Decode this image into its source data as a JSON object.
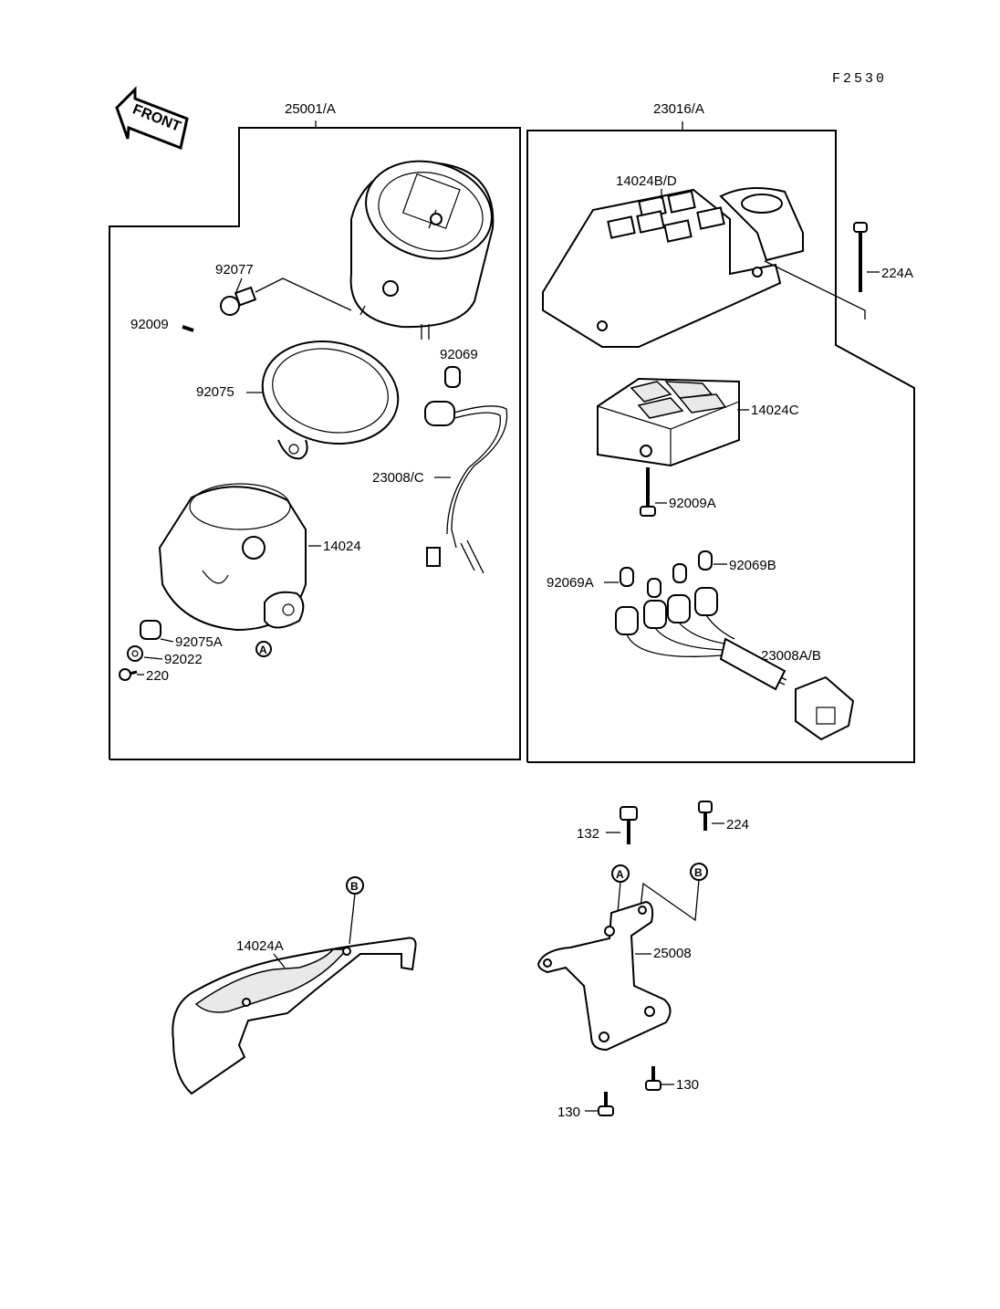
{
  "figure_code": "F2530",
  "front_label": "FRONT",
  "assemblies": {
    "meter_left": "25001/A",
    "indicator_right": "23016/A"
  },
  "parts": {
    "p92077": "92077",
    "p92009": "92009",
    "p92075": "92075",
    "p92069": "92069",
    "p23008C": "23008/C",
    "p14024": "14024",
    "p92075A": "92075A",
    "p92022": "92022",
    "p220": "220",
    "p14024BD": "14024B/D",
    "p224A": "224A",
    "p14024C": "14024C",
    "p92009A": "92009A",
    "p92069B": "92069B",
    "p92069A": "92069A",
    "p23008AB": "23008A/B",
    "p132": "132",
    "p224": "224",
    "p25008": "25008",
    "p14024A": "14024A",
    "p130a": "130",
    "p130b": "130"
  },
  "reference_marks": {
    "a": "A",
    "b": "B"
  }
}
